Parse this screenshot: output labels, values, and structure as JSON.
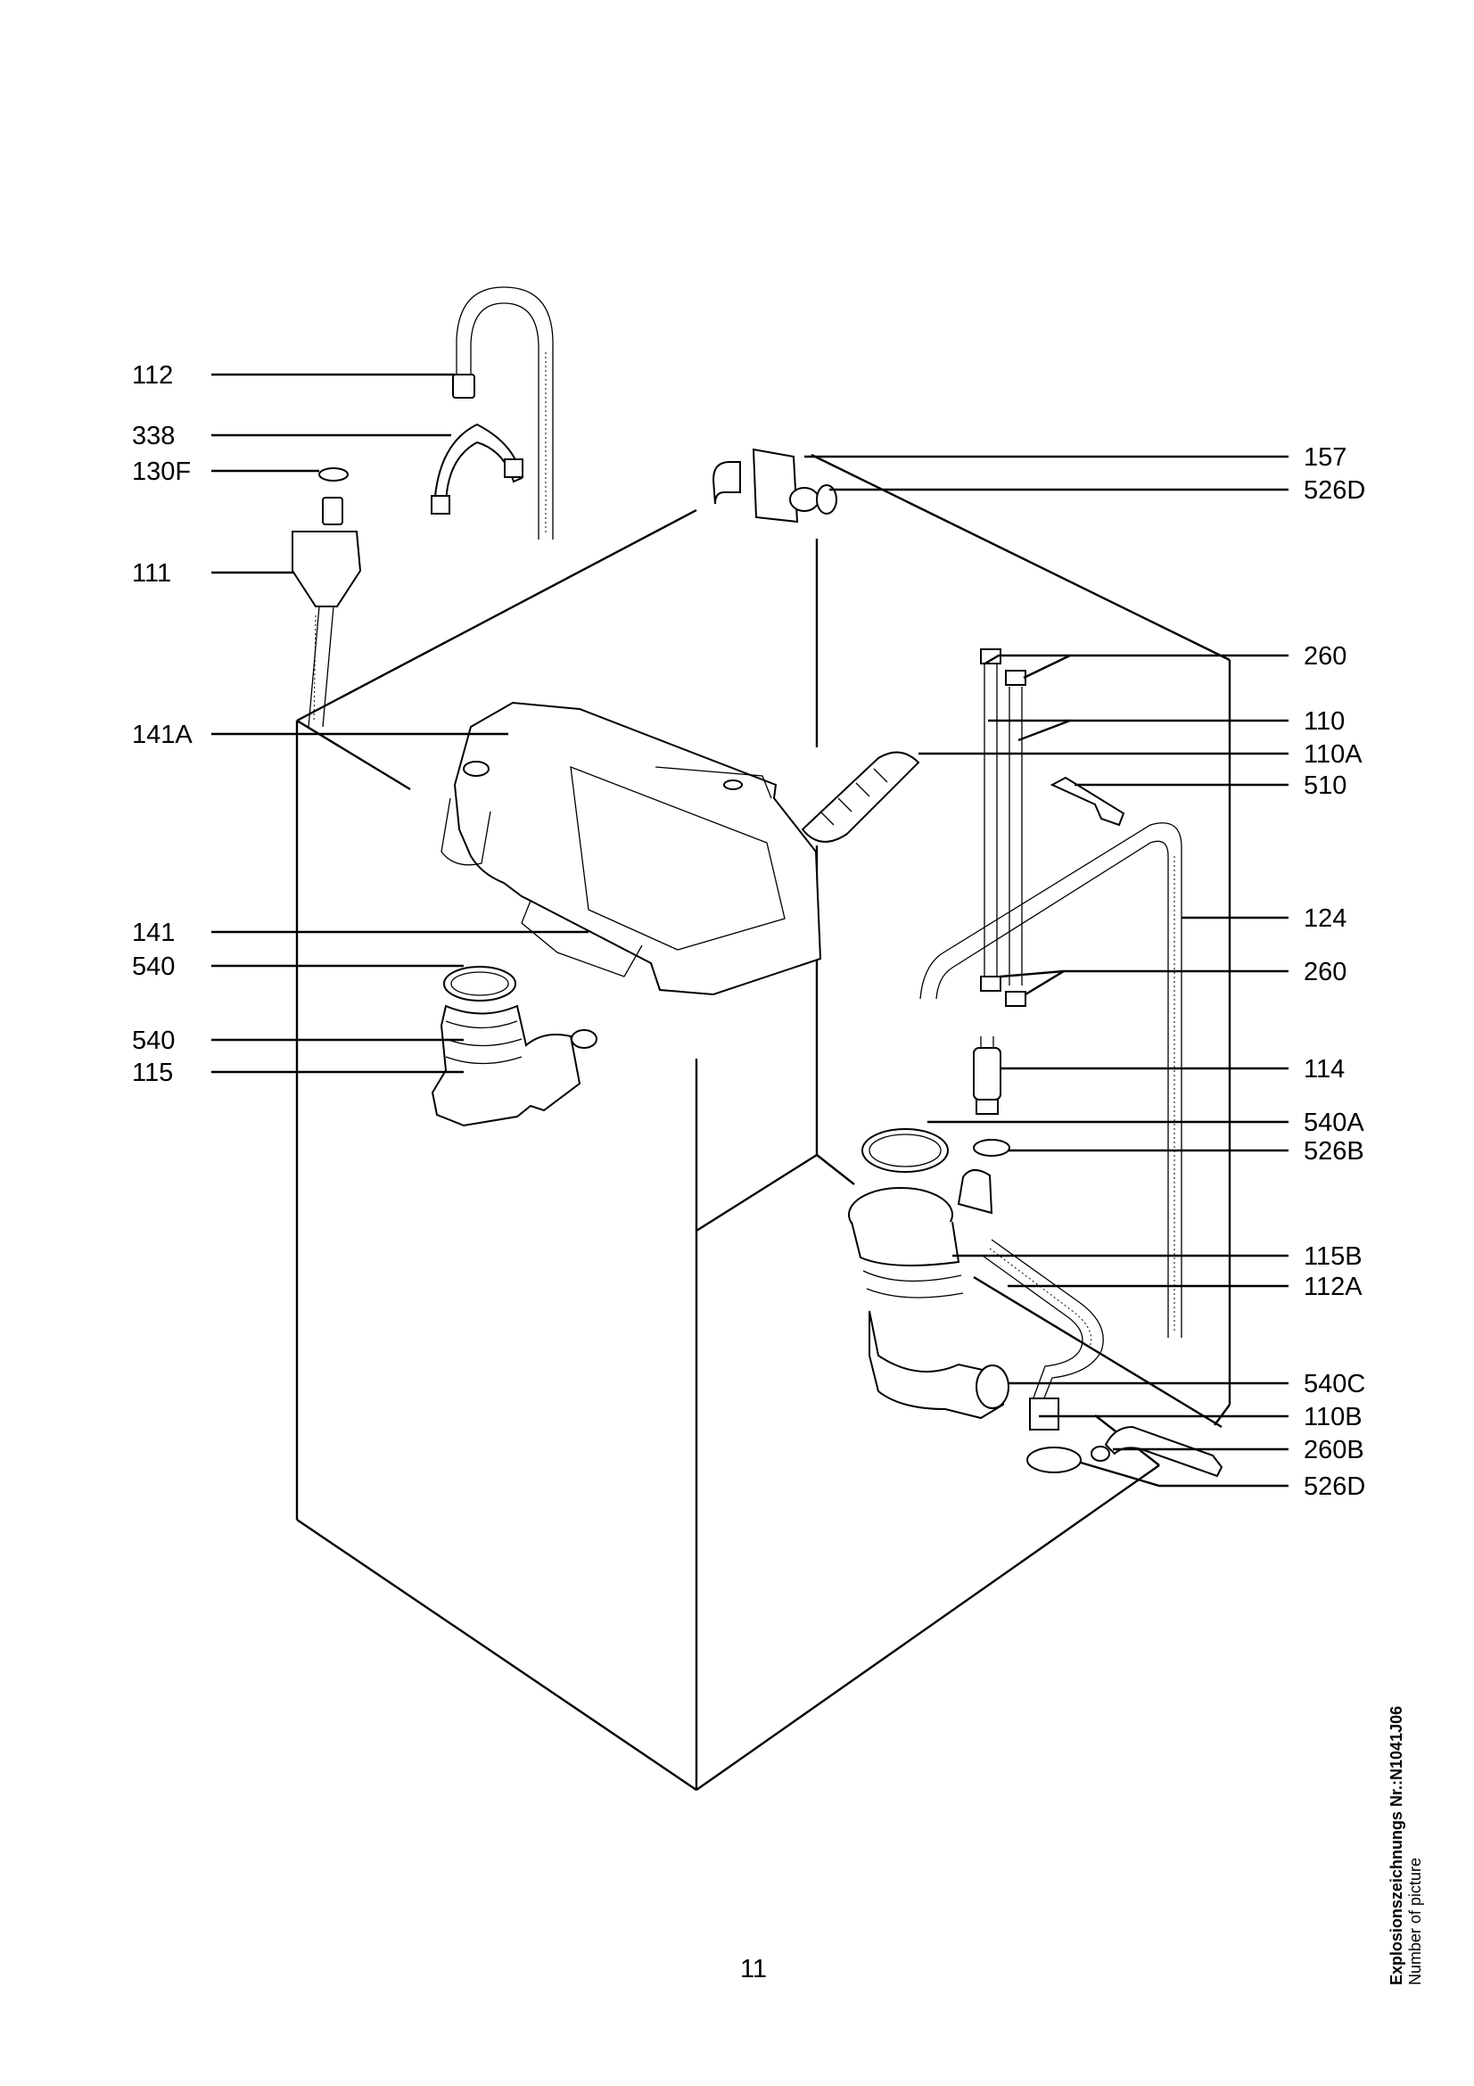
{
  "labels_left": [
    "112",
    "338",
    "130F",
    "111",
    "141A",
    "141",
    "540",
    "540",
    "115"
  ],
  "labels_right": [
    "157",
    "526D",
    "260",
    "110",
    "110A",
    "510",
    "124",
    "260",
    "114",
    "540A",
    "526B",
    "115B",
    "112A",
    "540C",
    "110B",
    "260B",
    "526D"
  ],
  "page_number": "11",
  "caption": {
    "line1": "Explosionszeichnungs  Nr.:N1041J06",
    "line2": "Number of picture"
  }
}
